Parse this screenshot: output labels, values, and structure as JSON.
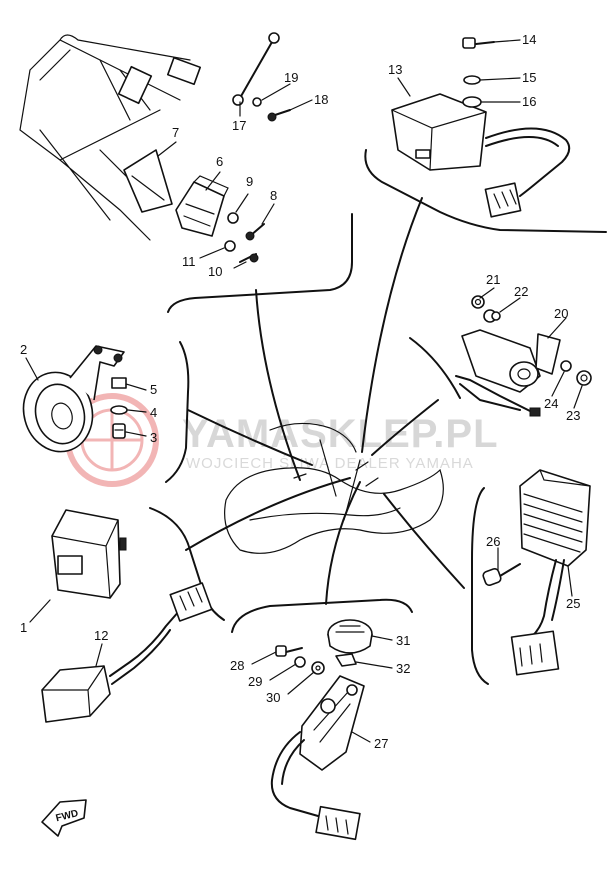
{
  "watermark": {
    "brand": "YAMASKLEP.PL",
    "tagline": "WOJCIECH ŚLIWA DEALER YAMAHA",
    "logo_color": "#e87a7a"
  },
  "direction_marker": {
    "label": "FWD"
  },
  "part_numbers": [
    {
      "id": "1",
      "label": "1"
    },
    {
      "id": "2",
      "label": "2"
    },
    {
      "id": "3",
      "label": "3"
    },
    {
      "id": "4",
      "label": "4"
    },
    {
      "id": "5",
      "label": "5"
    },
    {
      "id": "6",
      "label": "6"
    },
    {
      "id": "7",
      "label": "7"
    },
    {
      "id": "8",
      "label": "8"
    },
    {
      "id": "9",
      "label": "9"
    },
    {
      "id": "10",
      "label": "10"
    },
    {
      "id": "11",
      "label": "11"
    },
    {
      "id": "12",
      "label": "12"
    },
    {
      "id": "13",
      "label": "13"
    },
    {
      "id": "14",
      "label": "14"
    },
    {
      "id": "15",
      "label": "15"
    },
    {
      "id": "16",
      "label": "16"
    },
    {
      "id": "17",
      "label": "17"
    },
    {
      "id": "18",
      "label": "18"
    },
    {
      "id": "19",
      "label": "19"
    },
    {
      "id": "20",
      "label": "20"
    },
    {
      "id": "21",
      "label": "21"
    },
    {
      "id": "22",
      "label": "22"
    },
    {
      "id": "23",
      "label": "23"
    },
    {
      "id": "24",
      "label": "24"
    },
    {
      "id": "25",
      "label": "25"
    },
    {
      "id": "26",
      "label": "26"
    },
    {
      "id": "27",
      "label": "27"
    },
    {
      "id": "28",
      "label": "28"
    },
    {
      "id": "29",
      "label": "29"
    },
    {
      "id": "30",
      "label": "30"
    },
    {
      "id": "31",
      "label": "31"
    },
    {
      "id": "32",
      "label": "32"
    }
  ]
}
